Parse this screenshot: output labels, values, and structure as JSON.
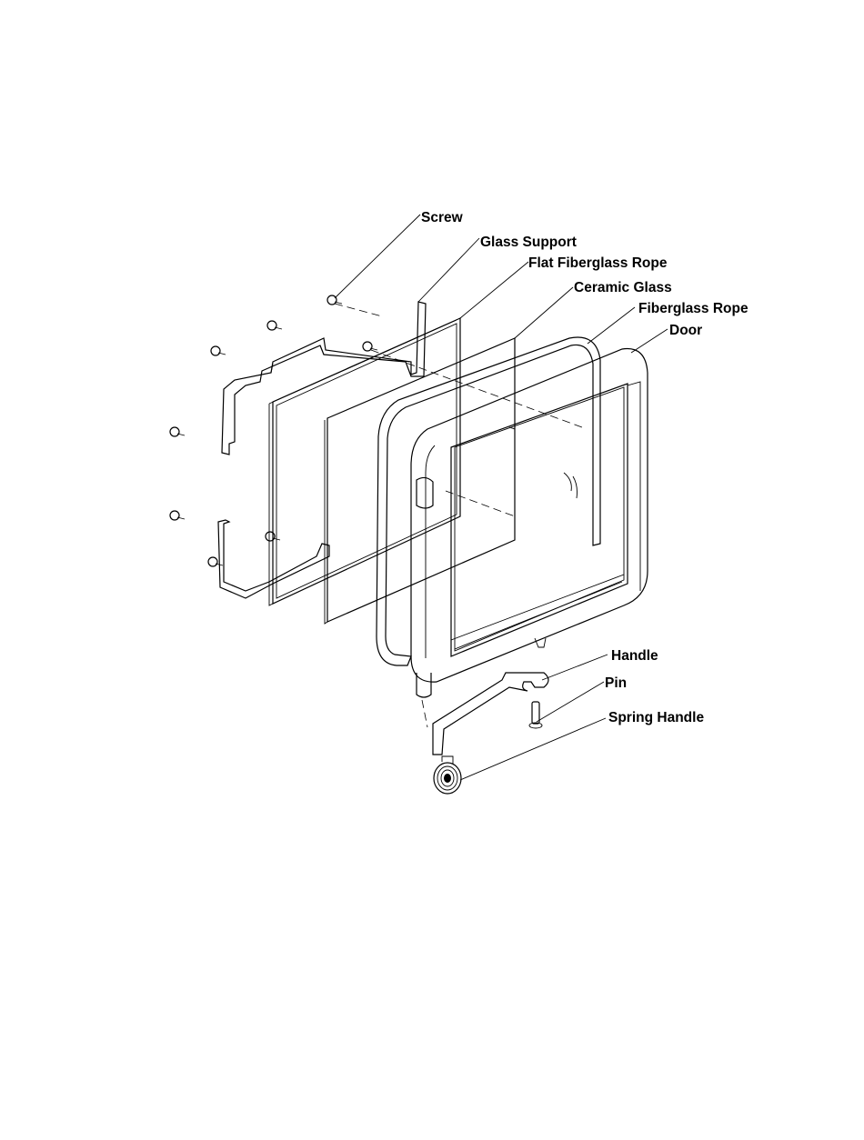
{
  "labels": {
    "screw": "Screw",
    "glass_support": "Glass Support",
    "flat_fiberglass_rope": "Flat Fiberglass Rope",
    "ceramic_glass": "Ceramic Glass",
    "fiberglass_rope": "Fiberglass Rope",
    "door": "Door",
    "handle": "Handle",
    "pin": "Pin",
    "spring_handle": "Spring Handle"
  }
}
